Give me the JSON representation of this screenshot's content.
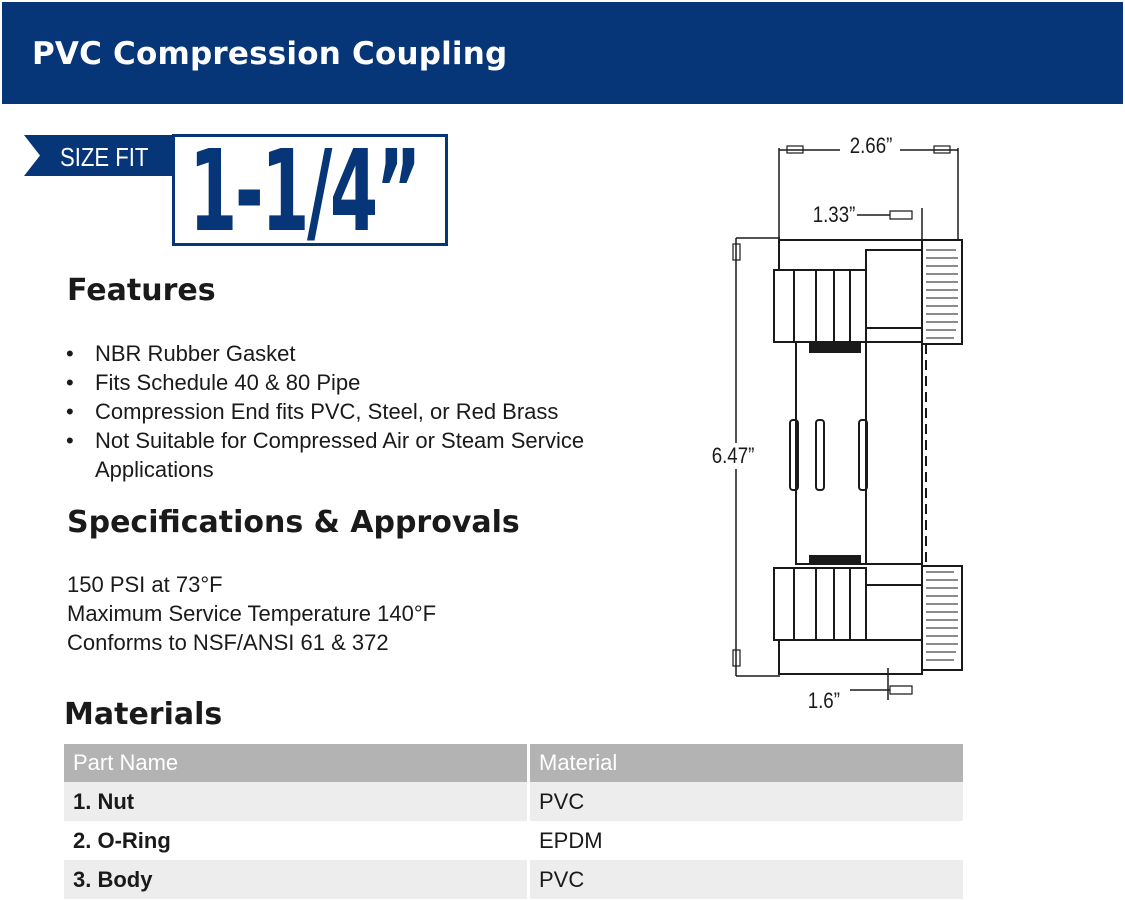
{
  "header": {
    "title": "PVC Compression Coupling"
  },
  "size_fit": {
    "tag_label": "SIZE FIT",
    "size": "1-1/4”"
  },
  "features": {
    "heading": "Features",
    "items": [
      "NBR Rubber Gasket",
      "Fits Schedule 40 & 80 Pipe",
      "Compression End fits PVC, Steel, or Red Brass",
      "Not Suitable for Compressed Air or Steam Service Applications"
    ]
  },
  "specs": {
    "heading": "Specifications & Approvals",
    "lines": [
      "150 PSI at 73°F",
      "Maximum Service Temperature 140°F",
      "Conforms to NSF/ANSI 61 & 372"
    ]
  },
  "materials": {
    "heading": "Materials",
    "columns": [
      "Part Name",
      "Material"
    ],
    "rows": [
      [
        "1. Nut",
        "PVC"
      ],
      [
        "2. O-Ring",
        "EPDM"
      ],
      [
        "3. Body",
        "PVC"
      ]
    ]
  },
  "diagram": {
    "dims": {
      "overall_width": "2.66”",
      "half_width": "1.33”",
      "length": "6.47”",
      "body_width": "1.6”"
    }
  },
  "colors": {
    "brand_blue": "#063677",
    "table_header": "#b3b3b3",
    "row_alt": "#ededed"
  }
}
